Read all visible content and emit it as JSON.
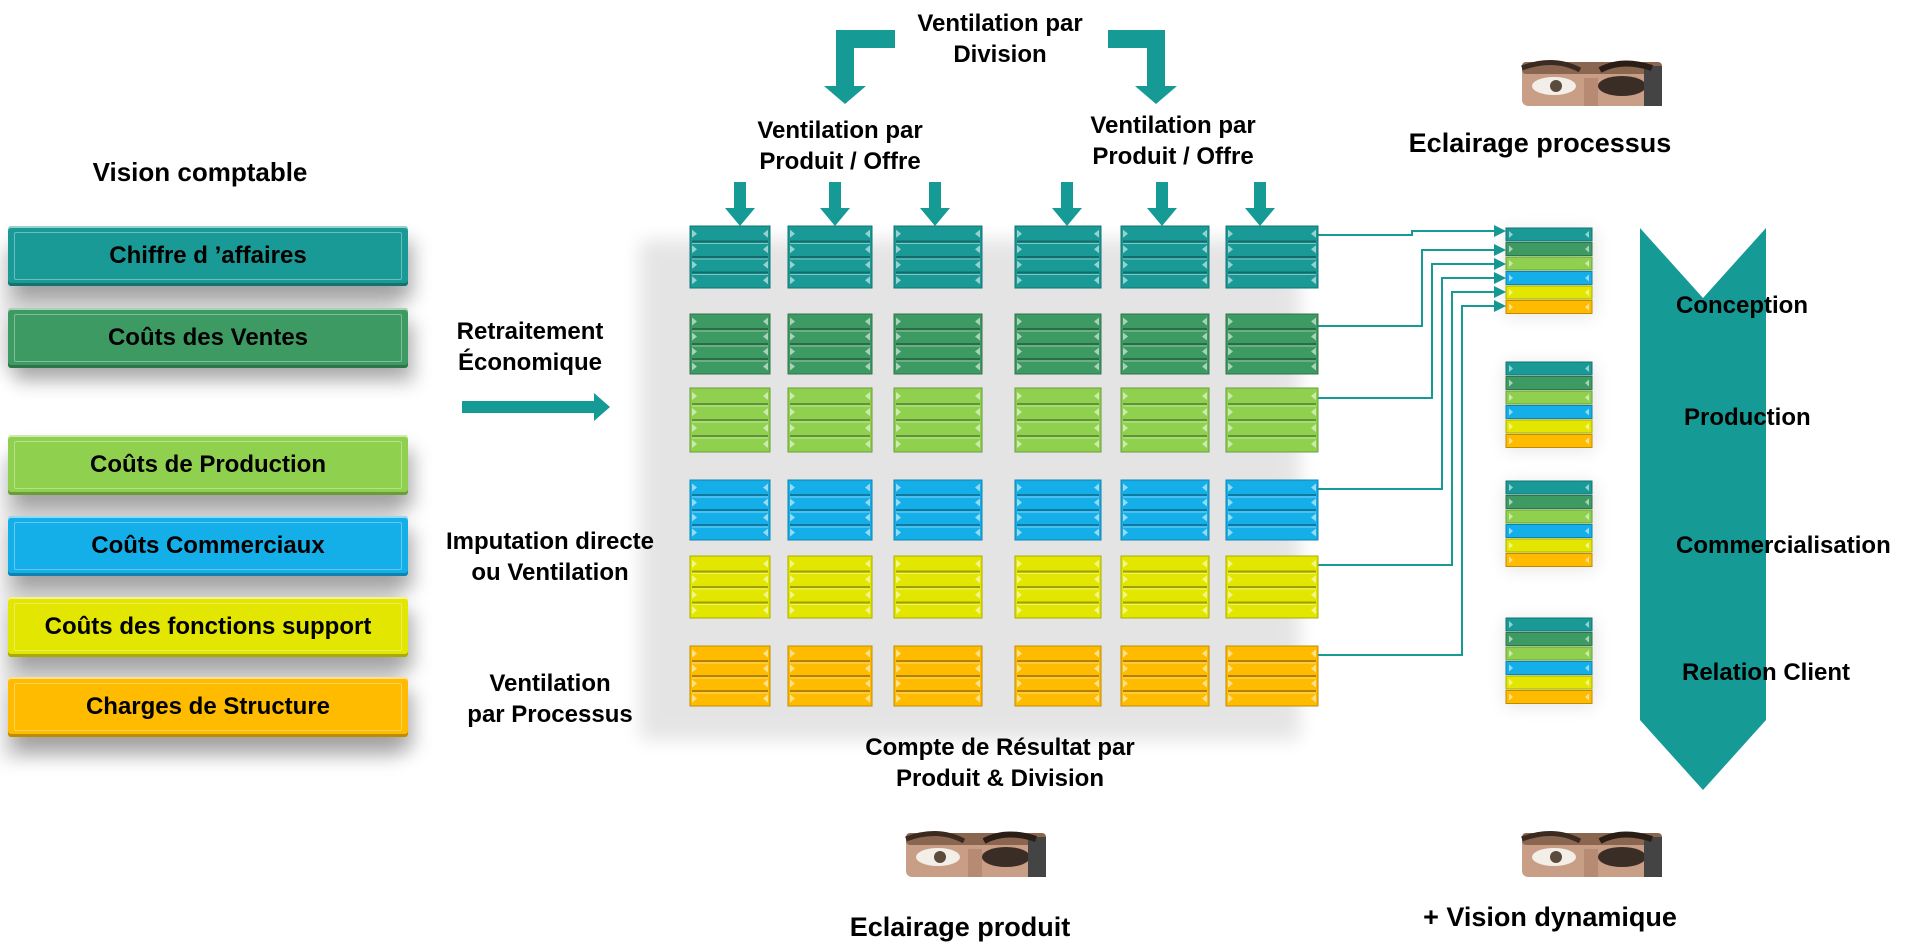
{
  "title": "Vision comptable",
  "categories": [
    {
      "label": "Chiffre d ’affaires",
      "color": "#1a9a96"
    },
    {
      "label": "Coûts des Ventes",
      "color": "#3e9a63"
    },
    {
      "label": "Coûts de Production",
      "color": "#8fd14f"
    },
    {
      "label": "Coûts Commerciaux",
      "color": "#14aee8"
    },
    {
      "label": "Coûts des fonctions support",
      "color": "#e2e600"
    },
    {
      "label": "Charges de Structure",
      "color": "#ffbb00"
    }
  ],
  "labels": {
    "division": "Ventilation par\nDivision",
    "product_left": "Ventilation par\nProduit / Offre",
    "product_right": "Ventilation par\nProduit / Offre",
    "retraitement": "Retraitement\nÉconomique",
    "imputation": "Imputation directe\nou Ventilation",
    "ventilation_processus": "Ventilation\npar Processus",
    "compte_resultat": "Compte de Résultat par\nProduit & Division",
    "eclairage_processus": "Eclairage processus",
    "eclairage_produit": "Eclairage produit",
    "vision_dynamique": "+ Vision dynamique"
  },
  "processes": [
    "Conception",
    "Production",
    "Commercialisation",
    "Relation Client"
  ],
  "colors": {
    "teal_arrow": "#169a96",
    "connector": "#169a96",
    "process": "#169a96"
  }
}
